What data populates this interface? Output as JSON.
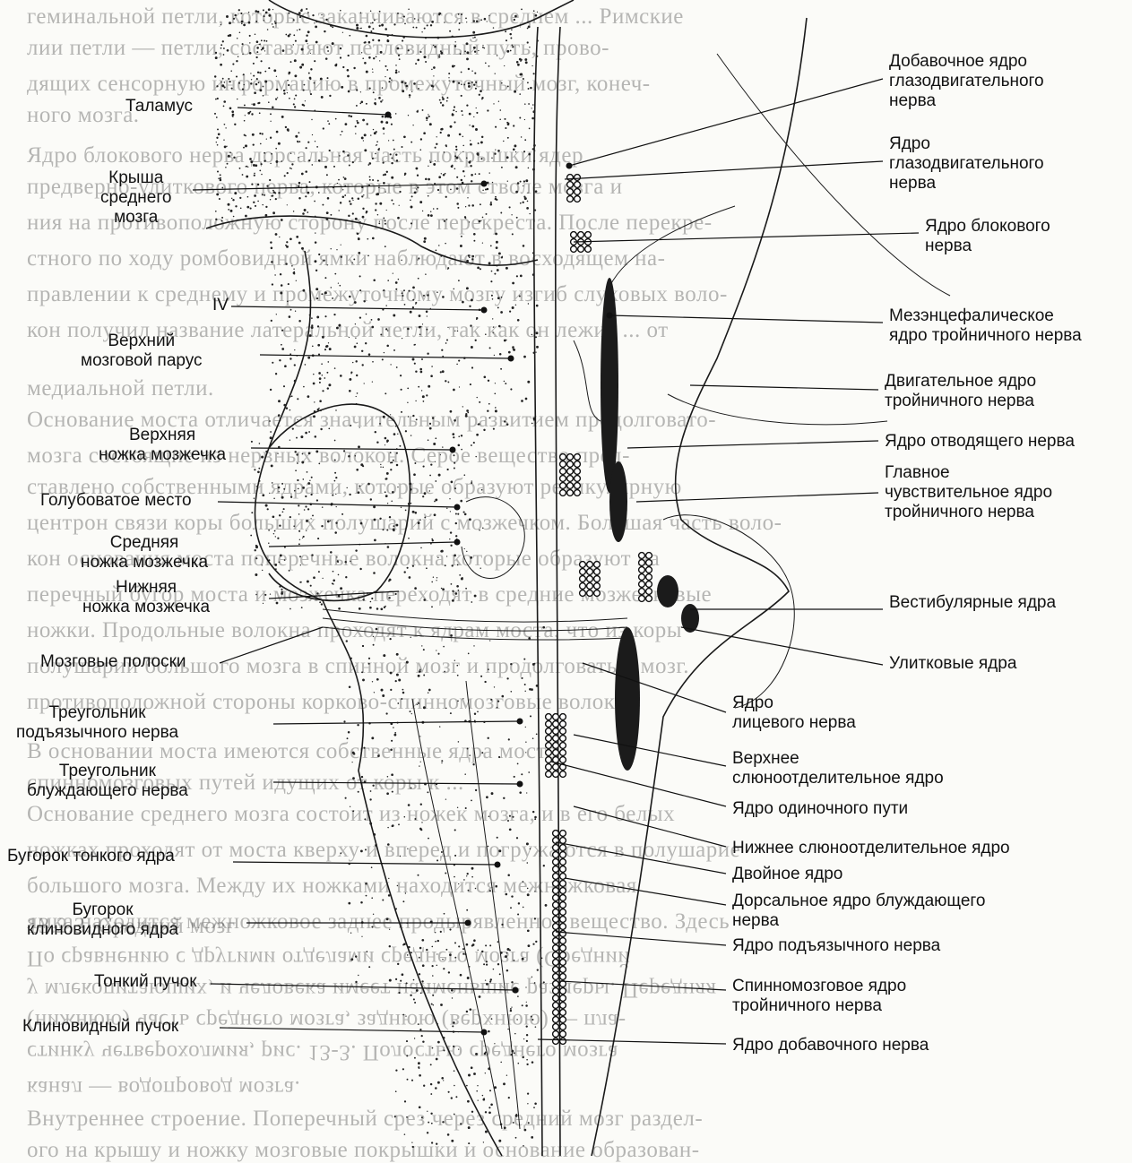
{
  "left_labels": [
    {
      "id": "thalamus",
      "lines": [
        "Таламус"
      ]
    },
    {
      "id": "midbrain-roof",
      "lines": [
        "Крыша",
        "среднего",
        "мозга"
      ]
    },
    {
      "id": "iv",
      "lines": [
        "IV"
      ]
    },
    {
      "id": "superior-velum",
      "lines": [
        "Верхний",
        "мозговой парус"
      ]
    },
    {
      "id": "superior-peduncle",
      "lines": [
        "Верхняя",
        "ножка мозжечка"
      ]
    },
    {
      "id": "locus-coeruleus",
      "lines": [
        "Голубоватое место"
      ]
    },
    {
      "id": "middle-peduncle",
      "lines": [
        "Средняя",
        "ножка мозжечка"
      ]
    },
    {
      "id": "inferior-peduncle",
      "lines": [
        "Нижняя",
        "ножка мозжечка"
      ]
    },
    {
      "id": "medullary-striae",
      "lines": [
        "Мозговые полоски"
      ]
    },
    {
      "id": "hypoglossal-triangle",
      "lines": [
        "Треугольник",
        "подъязычного нерва"
      ]
    },
    {
      "id": "vagal-triangle",
      "lines": [
        "Треугольник",
        "блуждающего нерва"
      ]
    },
    {
      "id": "gracile-tubercle",
      "lines": [
        "Бугорок тонкого ядра"
      ]
    },
    {
      "id": "cuneate-tubercle",
      "lines": [
        "Бугорок",
        "клиновидного ядра"
      ]
    },
    {
      "id": "gracile-fasciculus",
      "lines": [
        "Тонкий пучок"
      ]
    },
    {
      "id": "cuneate-fasciculus",
      "lines": [
        "Клиновидный пучок"
      ]
    }
  ],
  "right_labels": [
    {
      "id": "accessory-oculomotor",
      "lines": [
        "Добавочное ядро",
        "глазодвигательного",
        "нерва"
      ]
    },
    {
      "id": "oculomotor",
      "lines": [
        "Ядро",
        "глазодвигательного",
        "нерва"
      ]
    },
    {
      "id": "trochlear",
      "lines": [
        "Ядро блокового",
        "нерва"
      ]
    },
    {
      "id": "mesencephalic-trigeminal",
      "lines": [
        "Мезэнцефалическое",
        "ядро тройничного нерва"
      ]
    },
    {
      "id": "motor-trigeminal",
      "lines": [
        "Двигательное ядро",
        "тройничного нерва"
      ]
    },
    {
      "id": "abducens",
      "lines": [
        "Ядро отводящего нерва"
      ]
    },
    {
      "id": "principal-sensory-trigeminal",
      "lines": [
        "Главное",
        "чувствительное ядро",
        "тройничного нерва"
      ]
    },
    {
      "id": "vestibular",
      "lines": [
        "Вестибулярные ядра"
      ]
    },
    {
      "id": "cochlear",
      "lines": [
        "Улитковые ядра"
      ]
    },
    {
      "id": "facial",
      "lines": [
        "Ядро",
        "лицевого нерва"
      ]
    },
    {
      "id": "superior-salivatory",
      "lines": [
        "Верхнее",
        "слюноотделительное ядро"
      ]
    },
    {
      "id": "solitary",
      "lines": [
        "Ядро одиночного пути"
      ]
    },
    {
      "id": "inferior-salivatory",
      "lines": [
        "Нижнее слюноотделительное ядро"
      ]
    },
    {
      "id": "ambiguus",
      "lines": [
        "Двойное ядро"
      ]
    },
    {
      "id": "dorsal-vagal",
      "lines": [
        "Дорсальное ядро блуждающего",
        "нерва"
      ]
    },
    {
      "id": "hypoglossal",
      "lines": [
        "Ядро подъязычного нерва"
      ]
    },
    {
      "id": "spinal-trigeminal",
      "lines": [
        "Спинномозговое ядро",
        "тройничного нерва"
      ]
    },
    {
      "id": "accessory",
      "lines": [
        "Ядро добавочного нерва"
      ]
    }
  ],
  "background_text": [
    "геминальной петли, которые заканчиваются в среднем ... Римские",
    "лии петли — петли, составляют петлевидный путь, прово-",
    "дящих сенсорную информацию в промежуточный мозг, конеч-",
    "ного мозга.",
    "Ядро блокового нерва дорсальная часть покрышки ядер",
    "предверно-улиткового нерва, которые в этом стволе мозга и",
    "ния на противоположную сторону после перекреста. После перекре-",
    "стного по ходу ромбовидной ямки наблюдают в восходящем на-",
    "правлении к среднему и промежуточному мозгу изгиб слуховых воло-",
    "кон получил название латеральной петли, так как он лежит ... от",
    "медиальной петли.",
    "Основание моста отличается значительным развитием продолговато-",
    "мозга состоящие из нервных волокон. Серое вещество пред-",
    "ставлено собственными ядрами, которые образуют ретикулярную",
    "центрон связи коры больших полушарий с мозжечком. Большая часть воло-",
    "кон основания моста поперечные волокна которые образуют на",
    "перечный бугор моста и мозжечка переходят в средние мозжечковые",
    "ножки. Продольные волокна проходят к ядрам моста, что из коры",
    "полушарий большого мозга в спинной мозг и продолговатый мозг.",
    "противоположной стороны корково-спинномозговые волокна",
    "В основании моста имеются собственные ядра моста",
    "спинномозговых путей идущих от коры к ...",
    "Основание среднего мозга состоит из ножек мозга, и в его белых",
    "ножках проходят от моста кверху и вперед и погружаются в полушарие",
    "большого мозга. Между их ножками находится межножковая",
    "ямка находится межножковое заднее продырявленное вещество. Здесь",
    "13.2.3. Средний мозг",
    "По сравнению с другими отделами среднего мозга (Средний",
    "у млекопитающих, и человека имеет наименьшие размеры. Передняя",
    "(нижнюю) часть среднего мозга, заднюю (верхнюю) — пла-",
    "стинку четверохолмия, рис. 13-3. Полостью среднего мозга",
    "канал — водопровод мозга.",
    "Внутреннее строение. Поперечный срез через средний мозг раздел-",
    "ого на крышу и ножку мозговые покрышки и основание образован-"
  ]
}
